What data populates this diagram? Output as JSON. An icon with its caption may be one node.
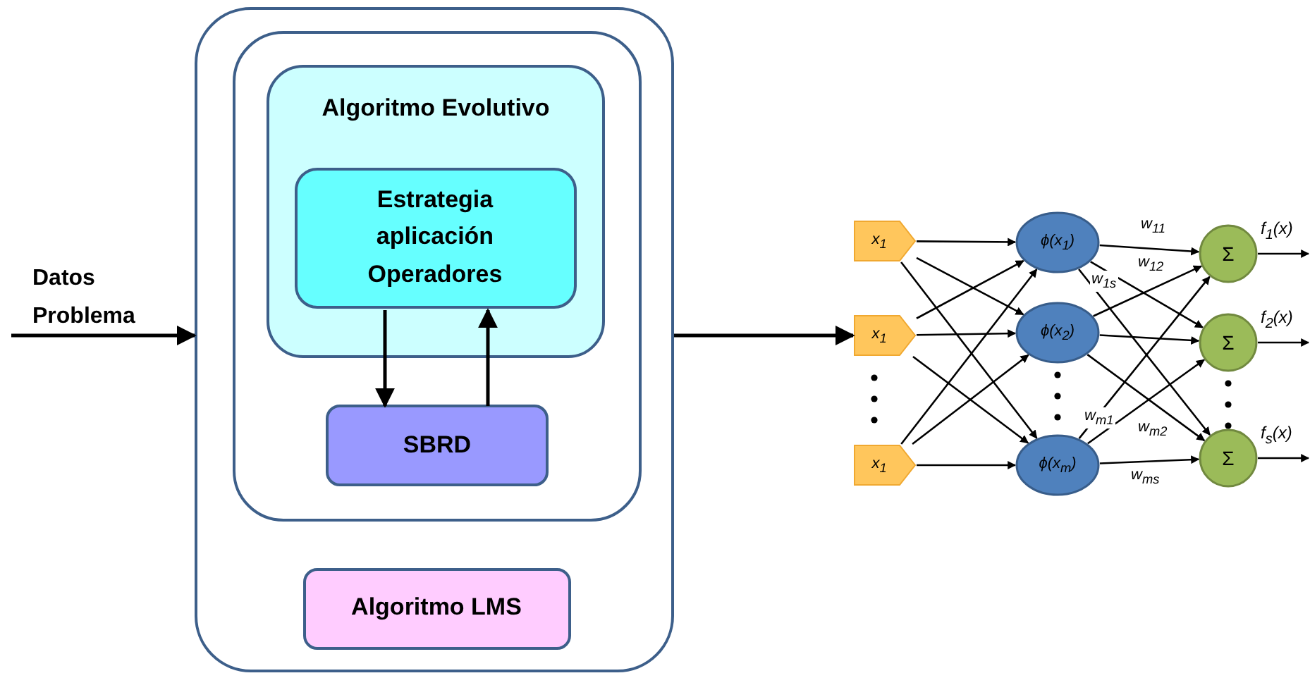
{
  "diagram": {
    "nodes": [
      {
        "text": [],
        "shape": "box"
      },
      {
        "text": [],
        "shape": "box",
        "in": 0
      },
      {
        "text": [
          "Algoritmo Evolutivo"
        ],
        "in": 1
      },
      {
        "text": [
          "Estrategia aplicación Operadores"
        ],
        "in": 2
      },
      {
        "text": [
          "SBRD"
        ],
        "in": 1
      },
      {
        "text": [
          "Algoritmo LMS"
        ],
        "in": 0
      },
      {
        "text": [
          "x$_{1}$"
        ]
      },
      {
        "text": [
          "x$_{1}$"
        ]
      },
      {
        "text": [
          "x$_{1}$"
        ]
      },
      {
        "text": [
          "ϕ(x$_{1}$)"
        ]
      },
      {
        "text": [
          "ϕ(x$_{2}$)"
        ]
      },
      {
        "text": [
          "ϕ(x$_{m}$)"
        ]
      },
      {
        "text": [
          "Σ"
        ],
        "beside": [
          "f$_{1}$(x)"
        ]
      },
      {
        "text": [
          "Σ"
        ],
        "beside": [
          "f$_{2}$(x)"
        ]
      },
      {
        "text": [
          "Σ"
        ],
        "beside": [
          "f$_{s}$(x)"
        ]
      }
    ],
    "edges": [
      {
        "from": null,
        "to": 0,
        "arrow": "to",
        "label": "Datos Problema"
      },
      {
        "from": 3,
        "to": 4,
        "arrow": "to"
      },
      {
        "from": 4,
        "to": 3,
        "arrow": "to"
      },
      {
        "from": 0,
        "to": 7,
        "arrow": "to"
      },
      {
        "from": 6,
        "to": 9,
        "arrow": "to"
      },
      {
        "from": 6,
        "to": 10,
        "arrow": "to"
      },
      {
        "from": 6,
        "to": 11,
        "arrow": "to"
      },
      {
        "from": 7,
        "to": 9,
        "arrow": "to"
      },
      {
        "from": 7,
        "to": 10,
        "arrow": "to"
      },
      {
        "from": 7,
        "to": 11,
        "arrow": "to"
      },
      {
        "from": 8,
        "to": 9,
        "arrow": "to"
      },
      {
        "from": 8,
        "to": 10,
        "arrow": "to"
      },
      {
        "from": 8,
        "to": 11,
        "arrow": "to"
      },
      {
        "from": 9,
        "to": 12,
        "arrow": "to",
        "label": "w$_{11}$"
      },
      {
        "from": 9,
        "to": 13,
        "arrow": "to",
        "label": "w$_{12}$"
      },
      {
        "from": 9,
        "to": 14,
        "arrow": "to",
        "label": "w$_{1s}$"
      },
      {
        "from": 10,
        "to": 12,
        "arrow": "to"
      },
      {
        "from": 10,
        "to": 13,
        "arrow": "to"
      },
      {
        "from": 10,
        "to": 14,
        "arrow": "to"
      },
      {
        "from": 11,
        "to": 12,
        "arrow": "to",
        "label": "w$_{m1}$"
      },
      {
        "from": 11,
        "to": 13,
        "arrow": "to",
        "label": "w$_{m2}$"
      },
      {
        "from": 11,
        "to": 14,
        "arrow": "to",
        "label": "w$_{ms}$"
      },
      {
        "from": 12,
        "to": null,
        "arrow": "to"
      },
      {
        "from": 13,
        "to": null,
        "arrow": "to"
      },
      {
        "from": 14,
        "to": null,
        "arrow": "to"
      }
    ]
  }
}
